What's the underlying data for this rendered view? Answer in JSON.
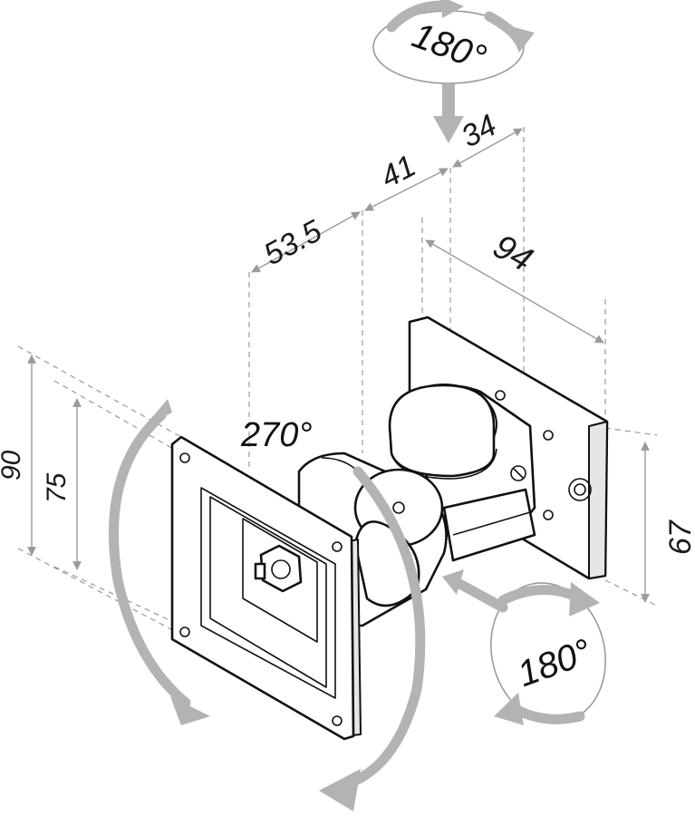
{
  "dimensions": {
    "d1": "53.5",
    "d2": "41",
    "d3": "34",
    "d4": "94",
    "d5": "90",
    "d6": "75",
    "d7": "67"
  },
  "rotations": {
    "top": "180°",
    "tilt": "270°",
    "swivel": "180°"
  },
  "colors": {
    "outline": "#111111",
    "arrow": "#b3b3b3",
    "dimension": "#9a9a9a"
  }
}
